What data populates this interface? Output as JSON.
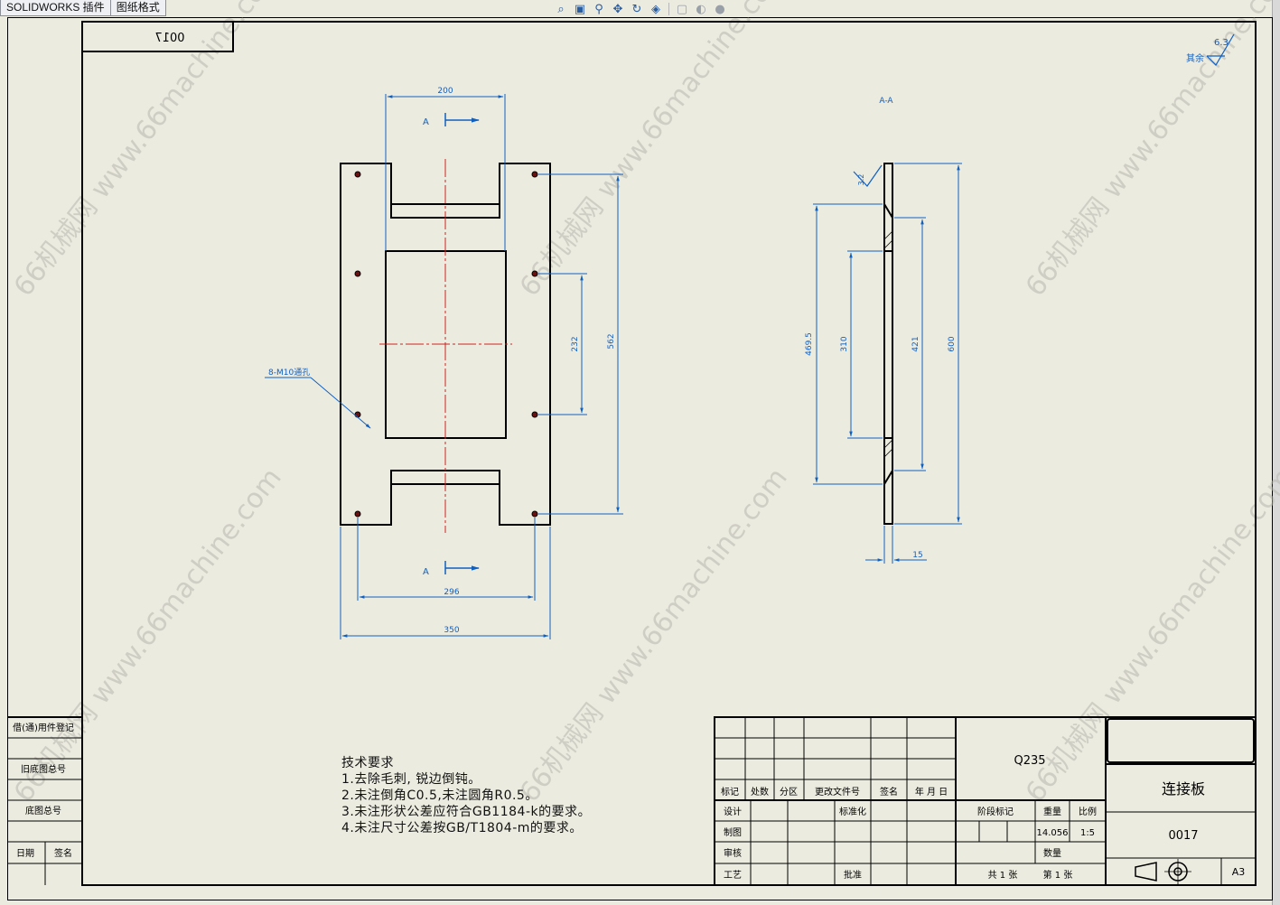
{
  "tabs": [
    {
      "label": "SOLIDWORKS 插件"
    },
    {
      "label": "图纸格式"
    }
  ],
  "toolbar": {
    "icons": [
      "zoom-fit-icon",
      "zoom-area-icon",
      "zoom-in-out-icon",
      "pan-icon",
      "rotate-icon",
      "display-style-icon",
      "view-orientation-icon",
      "hide-show-icon",
      "appearance-icon"
    ]
  },
  "drawing": {
    "mirrored_code": "0017",
    "surface_roughness": "6.3",
    "roughness_other": "其余",
    "section_label": "A-A",
    "section_arrow_label": "A",
    "side_roughness": "3.2",
    "dimensions": {
      "top_width": "200",
      "middle_gap": "232",
      "hole_span": "562",
      "hole_pitch": "296",
      "overall_width": "350",
      "side_469": "469.5",
      "side_310": "310",
      "side_421": "421",
      "side_600": "600",
      "thickness": "15"
    },
    "hole_callout": "8-M10通孔"
  },
  "left_table": {
    "rows": [
      "借(通)用件登记",
      "旧底图总号",
      "底图总号",
      "日期",
      "签名"
    ]
  },
  "notes": {
    "title": "技术要求",
    "lines": [
      "1.去除毛刺, 锐边倒钝。",
      "2.未注倒角C0.5,未注圆角R0.5。",
      "3.未注形状公差应符合GB1184-k的要求。",
      "4.未注尺寸公差按GB/T1804-m的要求。"
    ]
  },
  "title_block": {
    "material": "Q235",
    "part_name": "连接板",
    "drawing_no": "0017",
    "revision_headers": [
      "标记",
      "处数",
      "分区",
      "更改文件号",
      "签名",
      "年 月 日"
    ],
    "row_design": "设计",
    "row_standard": "标准化",
    "row_draw": "制图",
    "row_check": "审核",
    "row_process": "工艺",
    "row_approve": "批准",
    "stage_mark": "阶段标记",
    "weight": "重量",
    "ratio": "比例",
    "weight_value": "14.056",
    "ratio_value": "1:5",
    "quantity": "数量",
    "sheets_total": "共 1 张",
    "sheet_no": "第 1 张",
    "paper_size": "A3"
  },
  "watermark": "66机械网 www.66machine.com"
}
